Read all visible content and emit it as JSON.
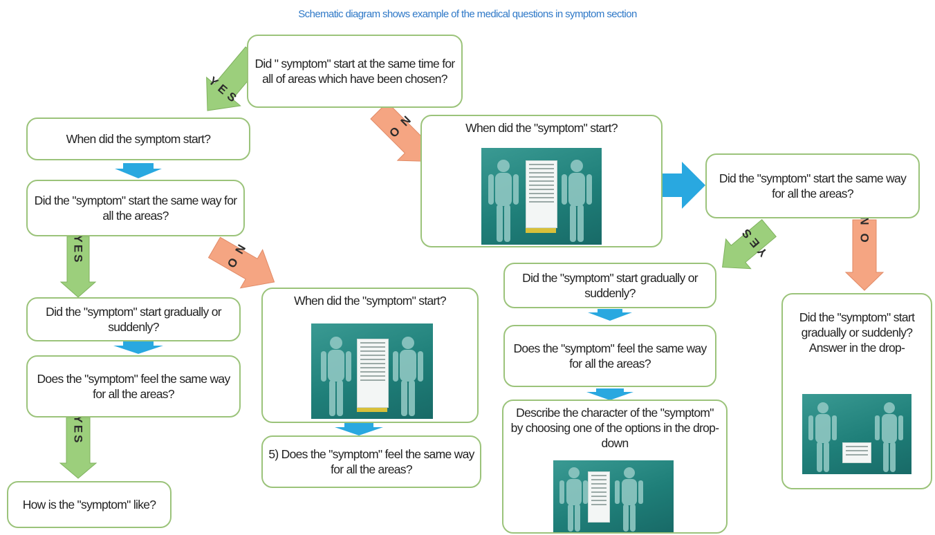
{
  "title": "Schematic diagram shows example of the medical questions in symptom section",
  "colors": {
    "box_border": "#9bc37a",
    "title": "#2e78c7",
    "yes_arrow": "#9ccf7c",
    "no_arrow": "#f5a582",
    "flow_arrow": "#29a8e0",
    "screenshot": "#1f7f79"
  },
  "nodes": {
    "root": "Did \" symptom\" start at the same time for all of areas which have been chosen?",
    "left1": "When did the symptom start?",
    "left2": "Did the \"symptom\" start the same way for all the areas?",
    "left3": "Did the \"symptom\" start gradually or suddenly?",
    "left4": "Does the \"symptom\" feel the same way for all the areas?",
    "left5": "How is the \"symptom\" like?",
    "center1": "When did the \"symptom\" start?",
    "center2": "5) Does the \"symptom\" feel the same way for all the areas?",
    "right_top": "When did the \"symptom\" start?",
    "right_same": "Did the \"symptom\" start the same way for all the areas?",
    "right_gradual": "Did the \"symptom\" start gradually or suddenly?",
    "right_feel": "Does the \"symptom\" feel the same way for all the areas?",
    "right_describe": "Describe the character of the \"symptom\" by choosing one of the options in the drop-down",
    "far_right": "Did the \"symptom\" start gradually or suddenly? Answer in the drop-"
  },
  "edge_labels": {
    "yes": "YES",
    "no": "NO"
  },
  "icons": [
    "yes-arrow-icon",
    "no-arrow-icon",
    "flow-arrow-icon",
    "body-model-screenshot"
  ]
}
